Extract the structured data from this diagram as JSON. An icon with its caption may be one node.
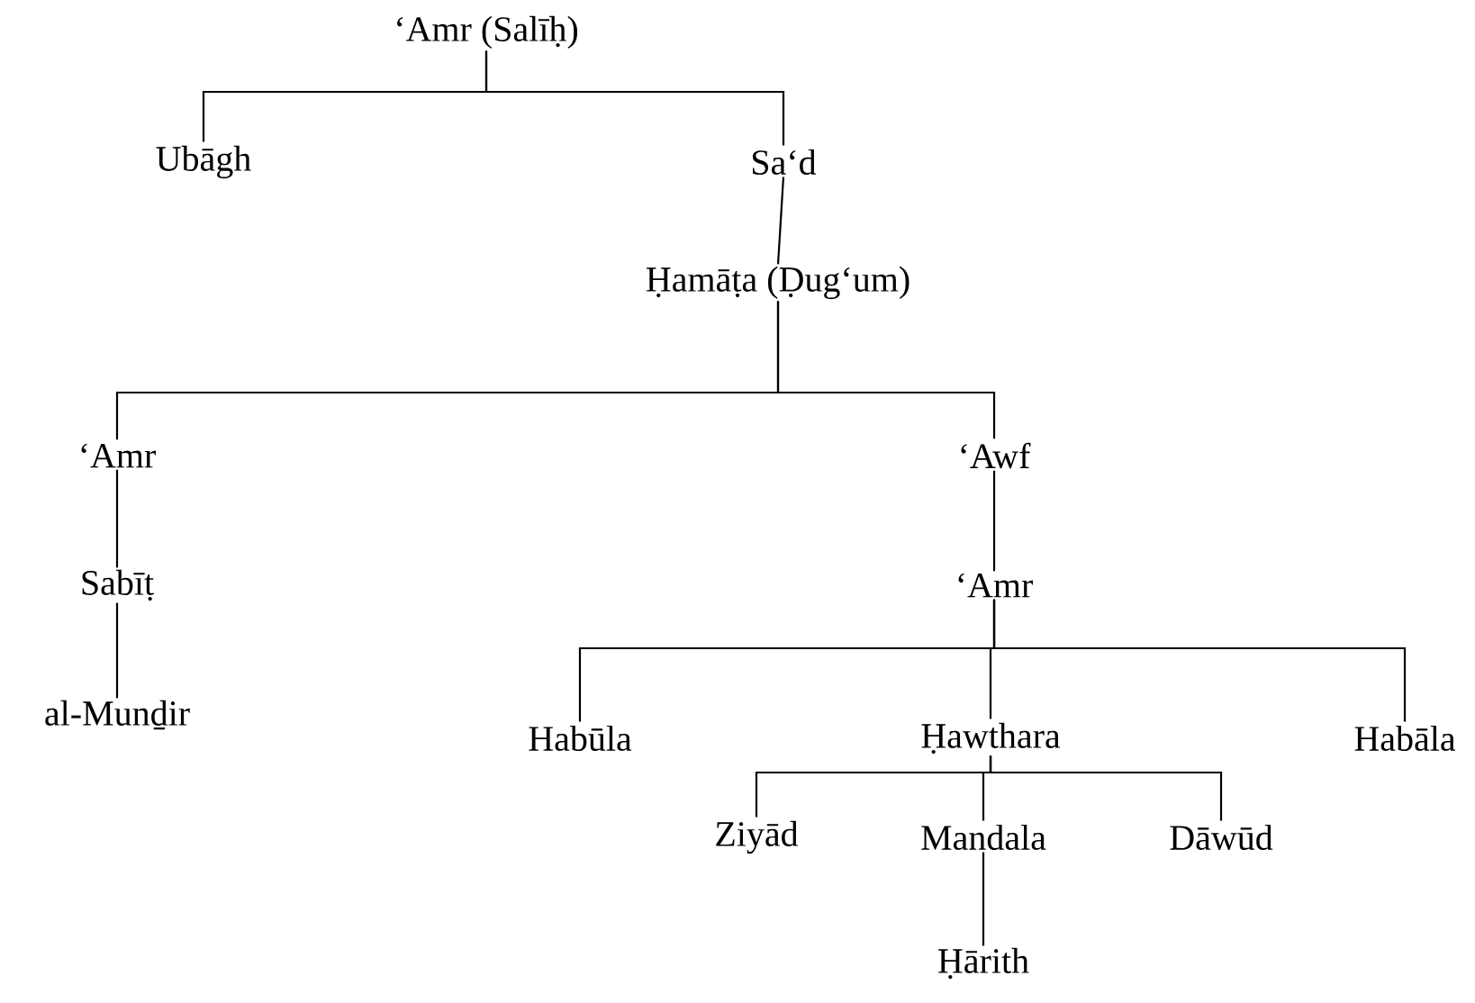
{
  "diagram": {
    "nodes": [
      {
        "text": [
          "‘Amr (Salīḥ)"
        ]
      },
      {
        "text": [
          "Ubāgh"
        ]
      },
      {
        "text": [
          "Sa‘d"
        ]
      },
      {
        "text": [
          "Ḥamāṭa (Ḍug‘um)"
        ]
      },
      {
        "text": [
          "‘Amr"
        ]
      },
      {
        "text": [
          "‘Awf"
        ]
      },
      {
        "text": [
          "Sabīṭ"
        ]
      },
      {
        "text": [
          "‘Amr"
        ]
      },
      {
        "text": [
          "al-Munḏir"
        ]
      },
      {
        "text": [
          "Habūla"
        ]
      },
      {
        "text": [
          "Ḥawthara"
        ]
      },
      {
        "text": [
          "Habāla"
        ]
      },
      {
        "text": [
          "Ziyād"
        ]
      },
      {
        "text": [
          "Mandala"
        ]
      },
      {
        "text": [
          "Dāwūd"
        ]
      },
      {
        "text": [
          "Ḥārith"
        ]
      }
    ],
    "edges": [
      {
        "from": 0,
        "to": 1,
        "arrow": "none"
      },
      {
        "from": 0,
        "to": 2,
        "arrow": "none"
      },
      {
        "from": 2,
        "to": 3,
        "arrow": "none"
      },
      {
        "from": 3,
        "to": 4,
        "arrow": "none"
      },
      {
        "from": 3,
        "to": 5,
        "arrow": "none"
      },
      {
        "from": 4,
        "to": 6,
        "arrow": "none"
      },
      {
        "from": 6,
        "to": 8,
        "arrow": "none"
      },
      {
        "from": 5,
        "to": 7,
        "arrow": "none"
      },
      {
        "from": 7,
        "to": 9,
        "arrow": "none"
      },
      {
        "from": 7,
        "to": 10,
        "arrow": "none"
      },
      {
        "from": 7,
        "to": 11,
        "arrow": "none"
      },
      {
        "from": 10,
        "to": 12,
        "arrow": "none"
      },
      {
        "from": 10,
        "to": 13,
        "arrow": "none"
      },
      {
        "from": 10,
        "to": 14,
        "arrow": "none"
      },
      {
        "from": 13,
        "to": 15,
        "arrow": "none"
      }
    ]
  }
}
